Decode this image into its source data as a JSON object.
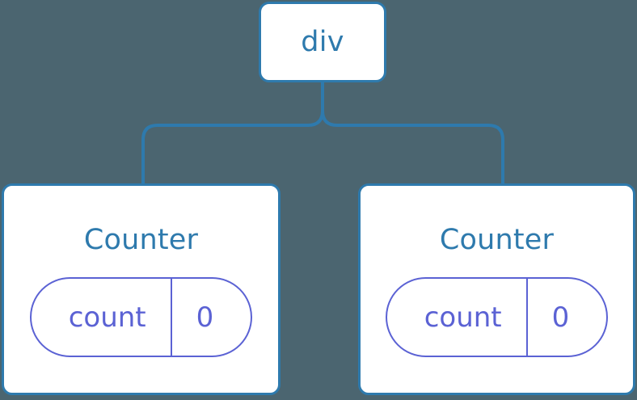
{
  "diagram": {
    "background_color": "#4b6570",
    "node_border_color": "#2e7aad",
    "node_text_color": "#2e7aad",
    "state_color": "#5b62d4",
    "connector_color": "#2e7aad",
    "root": {
      "label": "div"
    },
    "children": [
      {
        "title": "Counter",
        "state": {
          "key": "count",
          "value": "0"
        }
      },
      {
        "title": "Counter",
        "state": {
          "key": "count",
          "value": "0"
        }
      }
    ]
  }
}
